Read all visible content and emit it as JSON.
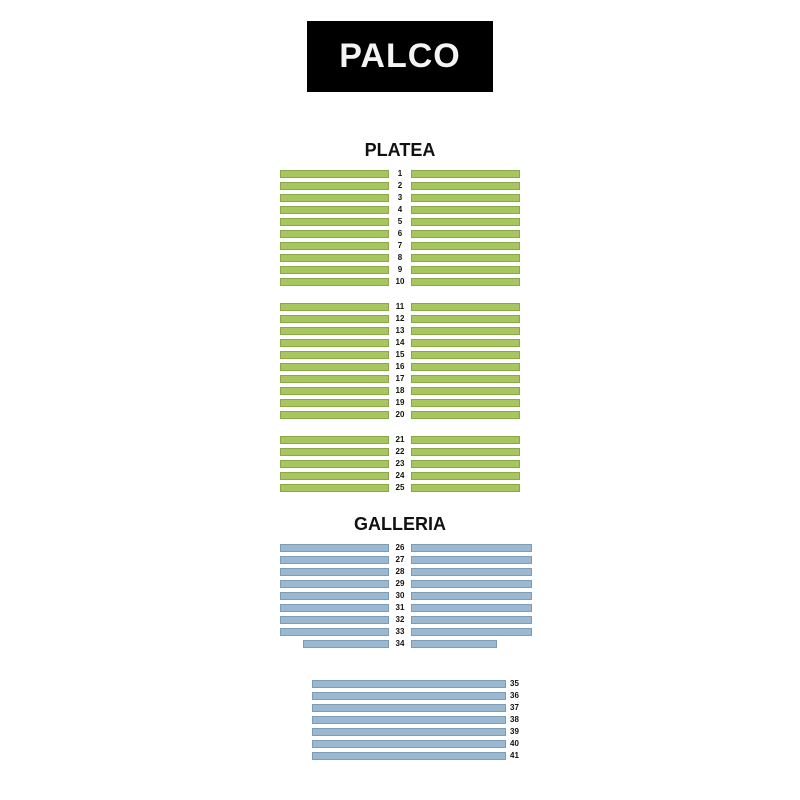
{
  "stage": {
    "label": "PALCO"
  },
  "colors": {
    "stage_bg": "#000000",
    "stage_text": "#f4f4f4",
    "platea_fill": "#a7c75e",
    "platea_border": "#8aa84a",
    "galleria_fill": "#9ab8d0",
    "galleria_border": "#7b9db8"
  },
  "sections": [
    {
      "id": "platea",
      "title": "PLATEA",
      "rows": [
        "1",
        "2",
        "3",
        "4",
        "5",
        "6",
        "7",
        "8",
        "9",
        "10",
        "11",
        "12",
        "13",
        "14",
        "15",
        "16",
        "17",
        "18",
        "19",
        "20",
        "21",
        "22",
        "23",
        "24",
        "25"
      ]
    },
    {
      "id": "galleria",
      "title": "GALLERIA",
      "rows": [
        "26",
        "27",
        "28",
        "29",
        "30",
        "31",
        "32",
        "33",
        "34",
        "35",
        "36",
        "37",
        "38",
        "39",
        "40",
        "41"
      ]
    }
  ]
}
